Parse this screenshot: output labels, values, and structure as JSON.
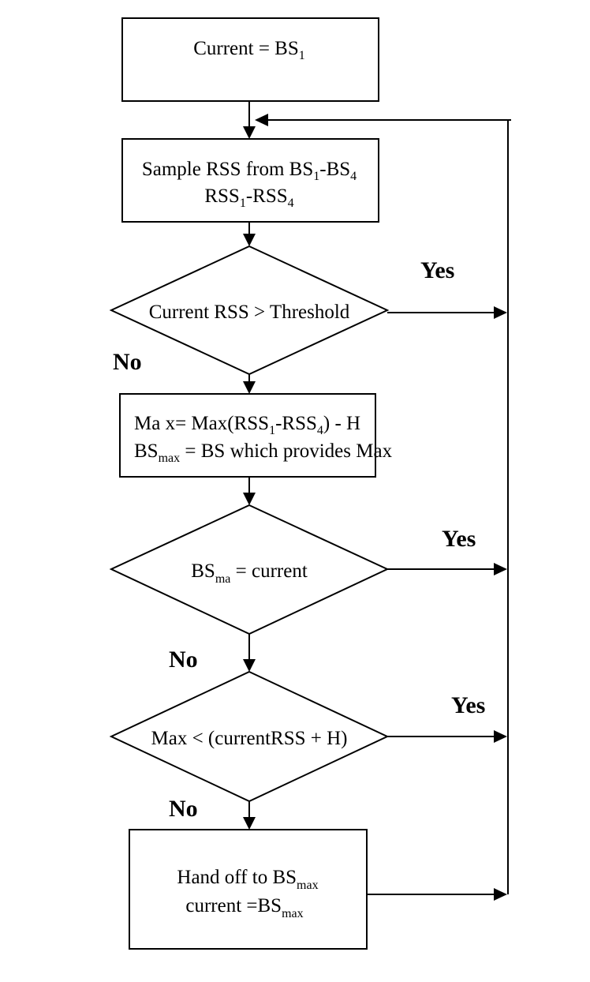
{
  "nodes": {
    "start": {
      "prefix": "Current = BS",
      "sub": "1"
    },
    "sample": {
      "line1": {
        "t1": "Sample RSS from BS",
        "s1": "1",
        "t2": "-BS",
        "s2": "4"
      },
      "line2": {
        "t1": "RSS",
        "s1": "1",
        "t2": "-RSS",
        "s2": "4"
      }
    },
    "threshold": {
      "text": "Current RSS > Threshold"
    },
    "compute": {
      "line1": {
        "t1": "Ma x= Max(RSS",
        "s1": "1",
        "t2": "-RSS",
        "s2": "4",
        "t3": ") - H"
      },
      "line2": {
        "t1": "BS",
        "s1": "max",
        "t2": " = BS which provides Max"
      }
    },
    "is_current": {
      "t1": "BS",
      "s1": "ma",
      "t2": "  = current"
    },
    "hysteresis": {
      "text": "Max < (currentRSS + H)"
    },
    "handoff": {
      "line1": {
        "t1": "Hand off to BS",
        "s1": "max"
      },
      "line2": {
        "t1": "current =BS",
        "s1": "max"
      }
    }
  },
  "edge_labels": {
    "yes1": "Yes",
    "no1": "No",
    "yes2": "Yes",
    "no2": "No",
    "yes3": "Yes",
    "no3": "No"
  },
  "colors": {
    "stroke": "#000000",
    "fill": "#ffffff"
  }
}
